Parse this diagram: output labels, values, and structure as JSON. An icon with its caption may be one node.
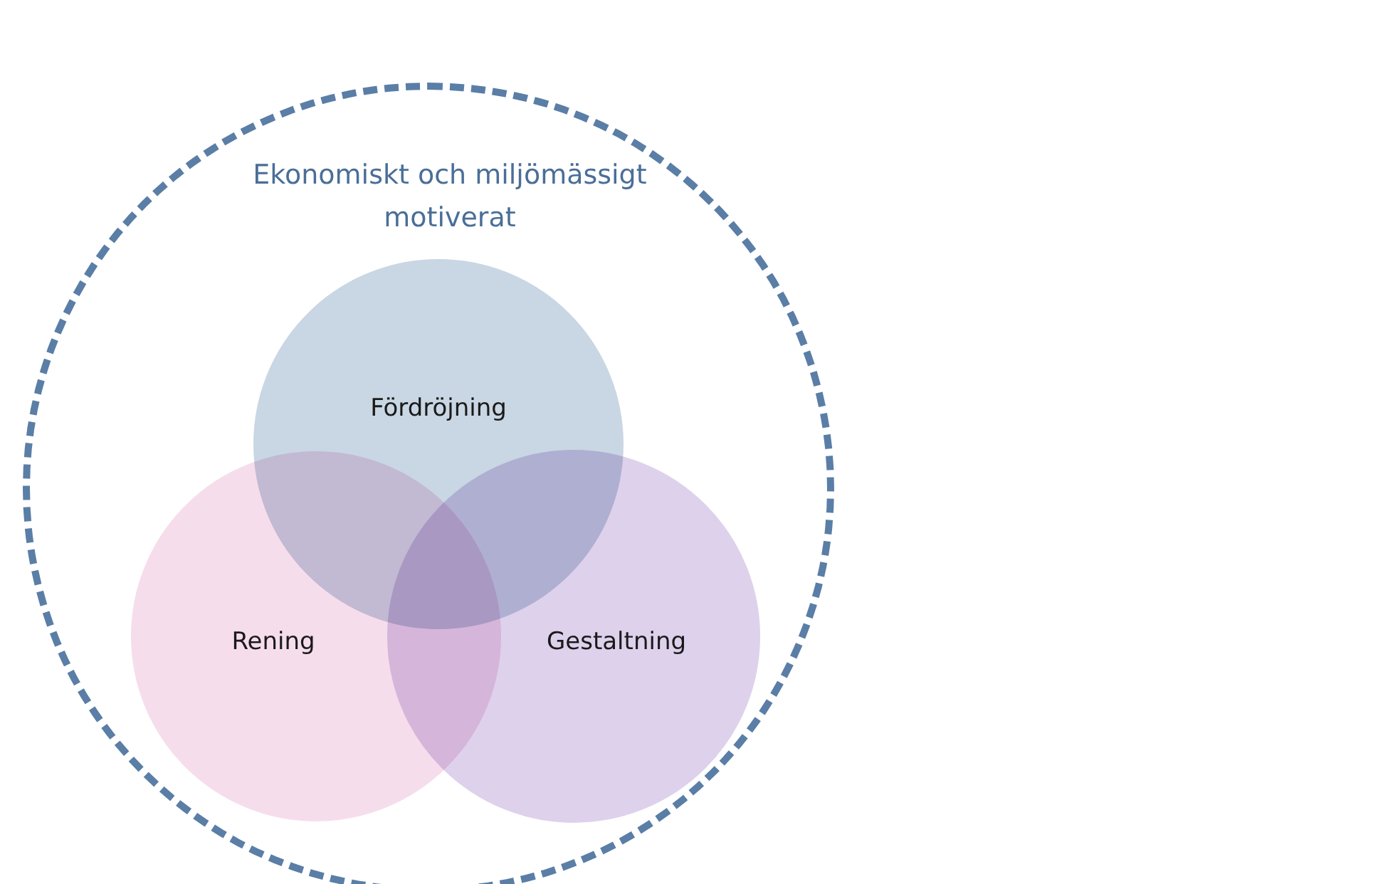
{
  "diagram": {
    "nodes": [
      {
        "text": [
          "Ekonomiskt och miljömässigt motiverat"
        ]
      },
      {
        "text": [
          "Fördröjning"
        ],
        "in": 0
      },
      {
        "text": [
          "Rening"
        ],
        "in": 0
      },
      {
        "text": [
          "Gestaltning"
        ],
        "in": 0
      }
    ]
  }
}
